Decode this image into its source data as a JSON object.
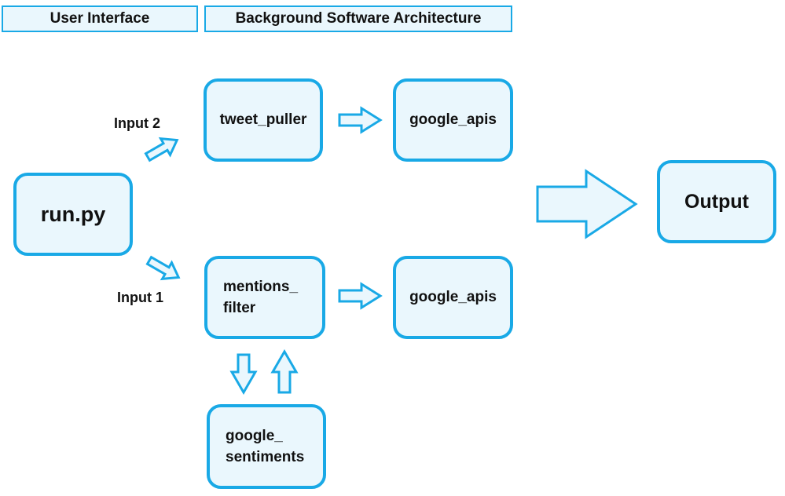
{
  "headers": {
    "user_interface": "User Interface",
    "background_architecture": "Background Software Architecture"
  },
  "nodes": {
    "run": "run.py",
    "tweet_puller": "tweet_puller",
    "google_apis_top": "google_apis",
    "mentions_filter_line1": "mentions_",
    "mentions_filter_line2": "filter",
    "google_apis_bottom": "google_apis",
    "google_sentiments_line1": "google_",
    "google_sentiments_line2": "sentiments",
    "output": "Output"
  },
  "edge_labels": {
    "input2": "Input 2",
    "input1": "Input 1"
  },
  "colors": {
    "accent": "#19a9e6",
    "fill": "#eaf7fd"
  }
}
